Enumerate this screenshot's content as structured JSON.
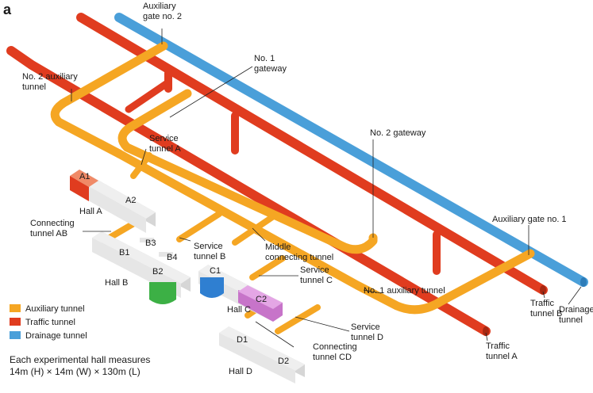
{
  "panel_label": "a",
  "colors": {
    "auxiliary": "#f5a623",
    "traffic": "#e03c1f",
    "drainage": "#4a9fd9",
    "hall_face": "#efefef",
    "hall_side": "#d6d6d6",
    "hall_a_accent": "#e8542c",
    "hall_b_accent": "#3cb045",
    "hall_c_accent": "#2f7fd1",
    "hall_c2_accent": "#c774c9"
  },
  "labels": {
    "aux_gate_2": [
      "Auxiliary",
      "gate no. 2"
    ],
    "gateway_1": [
      "No. 1",
      "gateway"
    ],
    "aux_tunnel_2": [
      "No. 2 auxiliary",
      "tunnel"
    ],
    "service_a": [
      "Service",
      "tunnel A"
    ],
    "gateway_2": [
      "No. 2 gateway"
    ],
    "aux_gate_1": [
      "Auxiliary gate no. 1"
    ],
    "connecting_ab": [
      "Connecting",
      "tunnel AB"
    ],
    "service_b": [
      "Service",
      "tunnel B"
    ],
    "middle_connecting": [
      "Middle",
      "connecting tunnel"
    ],
    "service_c": [
      "Service",
      "tunnel C"
    ],
    "aux_tunnel_1": [
      "No. 1 auxiliary tunnel"
    ],
    "traffic_b": [
      "Traffic",
      "tunnel B"
    ],
    "drainage": [
      "Drainage",
      "tunnel"
    ],
    "traffic_a": [
      "Traffic",
      "tunnel A"
    ],
    "service_d": [
      "Service",
      "tunnel D"
    ],
    "connecting_cd": [
      "Connecting",
      "tunnel CD"
    ]
  },
  "halls": {
    "hall_a": "Hall A",
    "hall_b": "Hall B",
    "hall_c": "Hall C",
    "hall_d": "Hall D",
    "a1": "A1",
    "a2": "A2",
    "b1": "B1",
    "b2": "B2",
    "b3": "B3",
    "b4": "B4",
    "c1": "C1",
    "c2": "C2",
    "d1": "D1",
    "d2": "D2"
  },
  "legend": [
    {
      "label": "Auxiliary tunnel",
      "color": "#f5a623"
    },
    {
      "label": "Traffic tunnel",
      "color": "#e03c1f"
    },
    {
      "label": "Drainage tunnel",
      "color": "#4a9fd9"
    }
  ],
  "note": {
    "line1": "Each experimental hall measures",
    "line2": "14m (H) × 14m (W) × 130m (L)"
  }
}
